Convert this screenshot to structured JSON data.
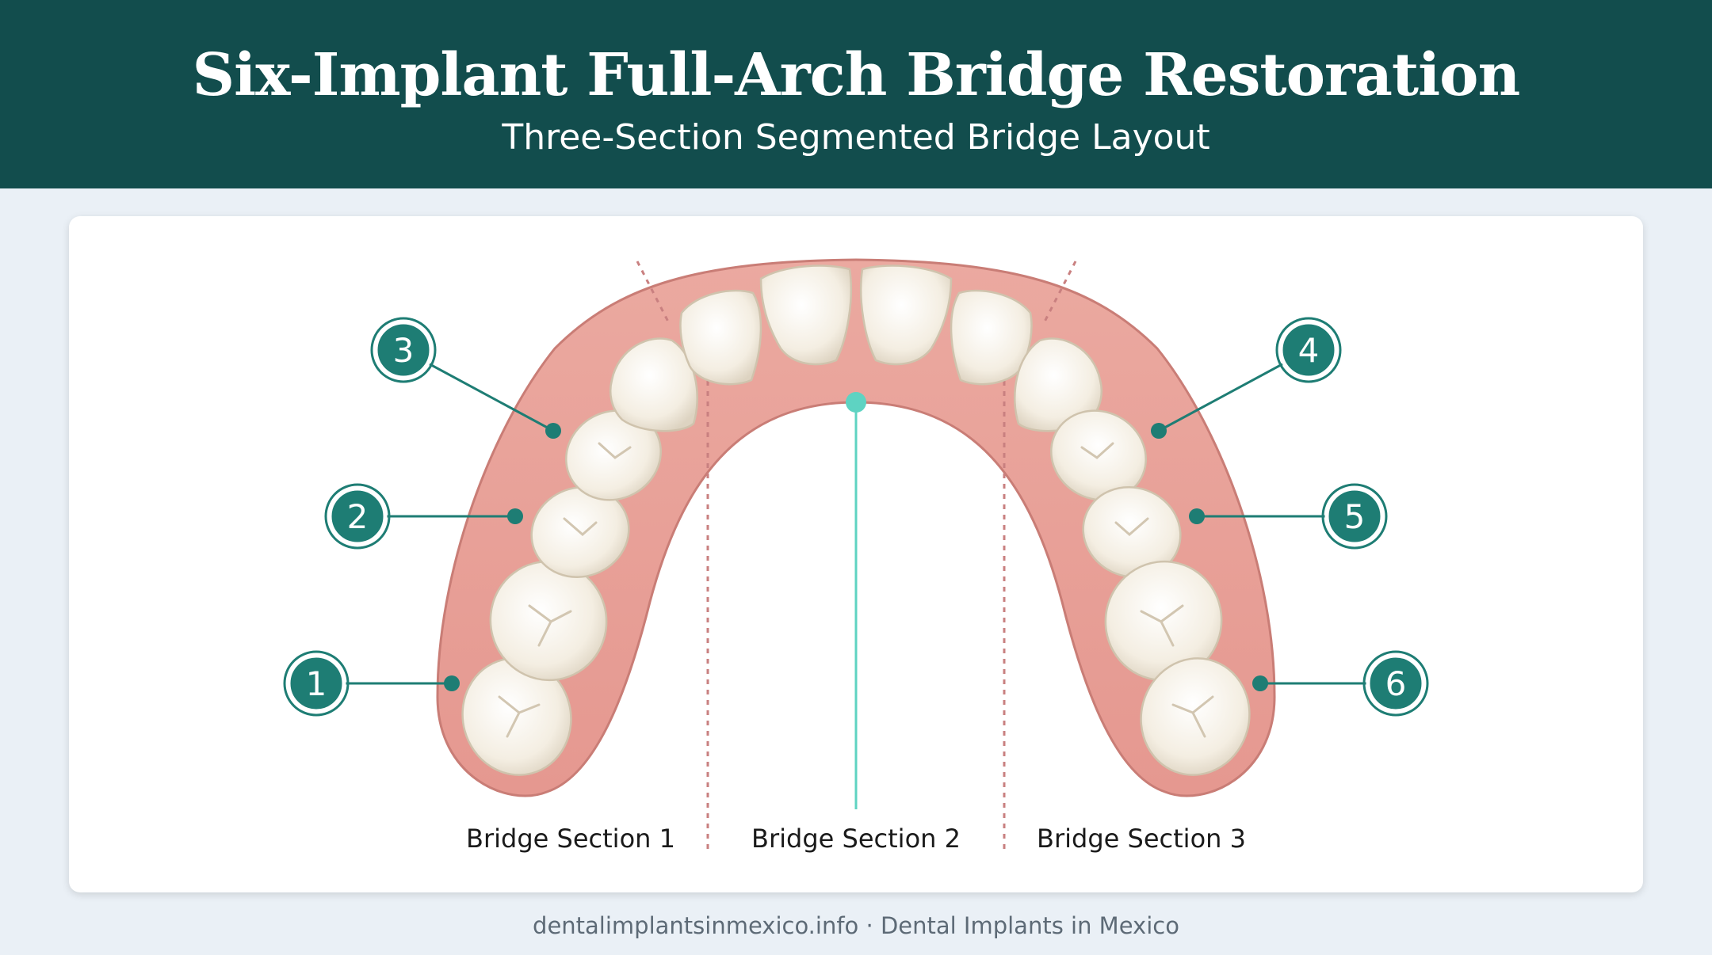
{
  "header": {
    "title": "Six-Implant Full-Arch Bridge Restoration",
    "subtitle": "Three-Section Segmented Bridge Layout"
  },
  "implants": [
    {
      "number": "1"
    },
    {
      "number": "2"
    },
    {
      "number": "3"
    },
    {
      "number": "4"
    },
    {
      "number": "5"
    },
    {
      "number": "6"
    }
  ],
  "sections": [
    {
      "label": "Bridge Section 1"
    },
    {
      "label": "Bridge Section 2"
    },
    {
      "label": "Bridge Section 3"
    }
  ],
  "footer": {
    "text": "dentalimplantsinmexico.info · Dental Implants in Mexico"
  },
  "colors": {
    "header_bg": "#124d4d",
    "implant_marker": "#1e7d74",
    "midline": "#5ed3c2",
    "gum": "#e9a59d",
    "tooth": "#f6f1e6",
    "divider": "#c98080"
  }
}
